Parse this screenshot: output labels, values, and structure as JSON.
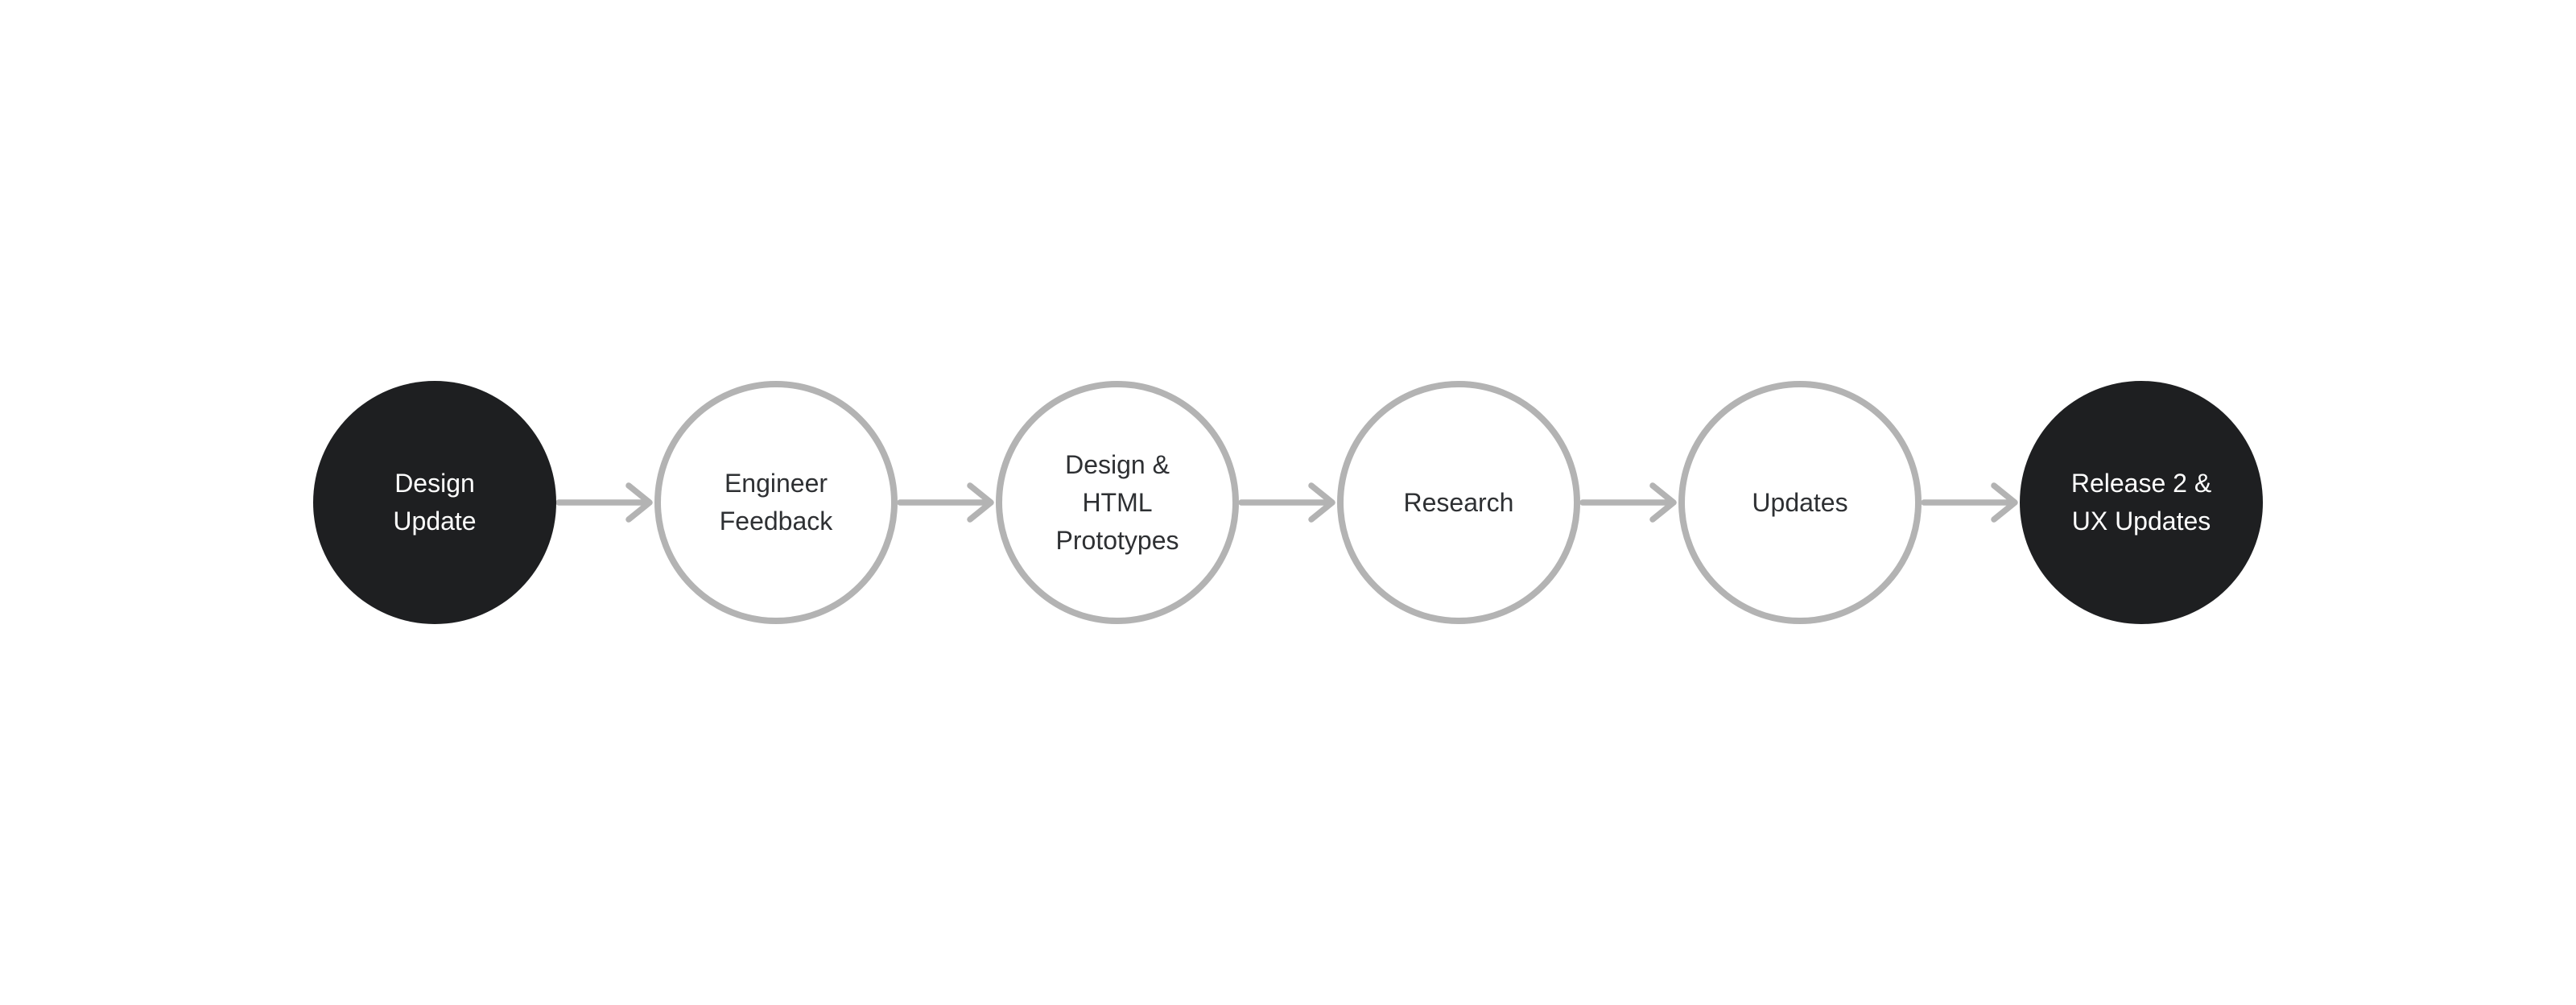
{
  "canvas": {
    "background": "#ffffff"
  },
  "flowchart": {
    "orientation": "horizontal-left-to-right",
    "steps": [
      {
        "id": "design-update",
        "label": "Design Update",
        "lines": [
          "Design",
          "Update"
        ],
        "variant": "filled"
      },
      {
        "id": "engineer-feedback",
        "label": "Engineer Feedback",
        "lines": [
          "Engineer",
          "Feedback"
        ],
        "variant": "outlined"
      },
      {
        "id": "design-html-prototypes",
        "label": "Design & HTML Prototypes",
        "lines": [
          "Design &",
          "HTML",
          "Prototypes"
        ],
        "variant": "outlined"
      },
      {
        "id": "research",
        "label": "Research",
        "lines": [
          "Research"
        ],
        "variant": "outlined"
      },
      {
        "id": "updates",
        "label": "Updates",
        "lines": [
          "Updates"
        ],
        "variant": "outlined"
      },
      {
        "id": "release-2-ux-updates",
        "label": "Release 2 & UX Updates",
        "lines": [
          "Release 2 &",
          "UX Updates"
        ],
        "variant": "filled"
      }
    ],
    "connector": {
      "shape": "arrow-right",
      "count": 5
    }
  },
  "colors": {
    "background": "#ffffff",
    "node_fill_dark": "#1e1f21",
    "node_outline": "#b3b3b3",
    "connector": "#b3b3b3",
    "text_on_dark": "#ffffff",
    "text_on_light": "#2e3033"
  }
}
